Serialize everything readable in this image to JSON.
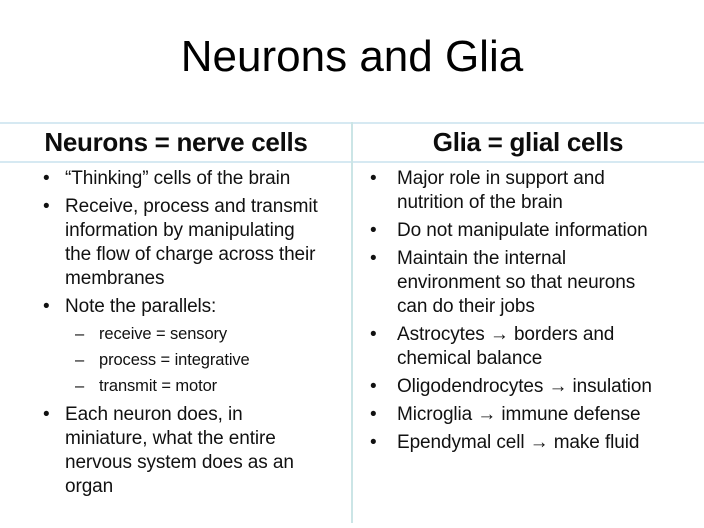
{
  "slide": {
    "title": "Neurons and Glia",
    "markers": {
      "bullet": "•",
      "dash": "–"
    },
    "colors": {
      "background": "#ffffff",
      "title_text": "#000000",
      "body_text": "#111111",
      "header_rule": "#d6e9f2",
      "column_divider": "#cbe5e6"
    },
    "columns": {
      "left": {
        "header": "Neurons = nerve cells",
        "bullets": [
          {
            "text": "“Thinking” cells of the brain"
          },
          {
            "text": "Receive, process and transmit\ninformation by manipulating\nthe flow of charge across their\nmembranes"
          },
          {
            "text": "Note the parallels:",
            "sub": [
              "receive = sensory",
              "process = integrative",
              "transmit = motor"
            ]
          },
          {
            "text": "Each neuron does, in\nminiature, what the entire\nnervous system does as an\norgan"
          }
        ]
      },
      "right": {
        "header": "Glia = glial cells",
        "bullets": [
          {
            "text": "Major role in support and\nnutrition of the brain"
          },
          {
            "text": "Do not manipulate information"
          },
          {
            "text": "Maintain the internal\nenvironment so that neurons\ncan do their jobs"
          },
          {
            "text": "Astrocytes → borders and\nchemical balance"
          },
          {
            "text": "Oligodendrocytes → insulation"
          },
          {
            "text": "Microglia → immune defense"
          },
          {
            "text": "Ependymal cell → make fluid"
          }
        ]
      }
    }
  }
}
